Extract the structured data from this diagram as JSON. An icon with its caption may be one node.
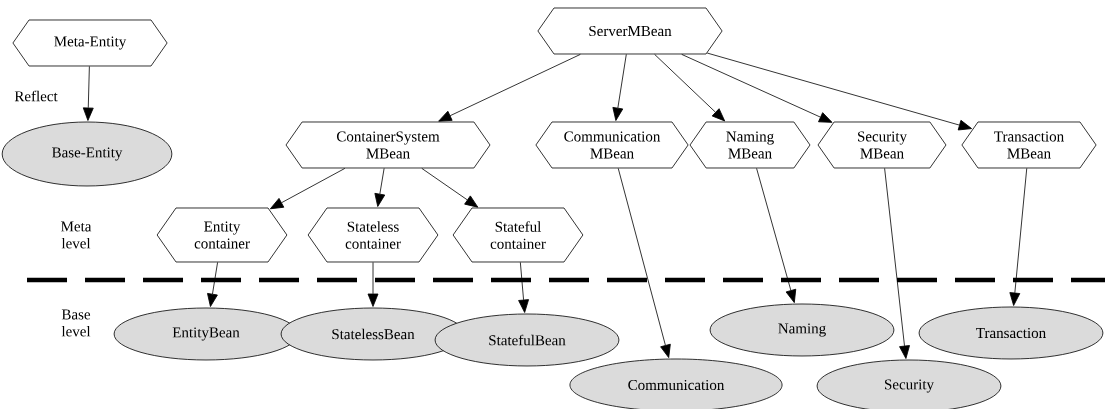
{
  "diagram": {
    "nodes": [
      {
        "text": [
          "Meta-Entity"
        ]
      },
      {
        "text": [
          "Base-Entity"
        ]
      },
      {
        "text": [
          "ServerMBean"
        ]
      },
      {
        "text": [
          "ContainerSystem MBean"
        ]
      },
      {
        "text": [
          "Communication MBean"
        ]
      },
      {
        "text": [
          "Naming MBean"
        ]
      },
      {
        "text": [
          "Security MBean"
        ]
      },
      {
        "text": [
          "Transaction MBean"
        ]
      },
      {
        "text": [
          "Entity container"
        ]
      },
      {
        "text": [
          "Stateless container"
        ]
      },
      {
        "text": [
          "Stateful container"
        ]
      },
      {
        "text": [
          "EntityBean"
        ]
      },
      {
        "text": [
          "StatelessBean"
        ]
      },
      {
        "text": [
          "StatefulBean"
        ]
      },
      {
        "text": [
          "Communication"
        ]
      },
      {
        "text": [
          "Naming"
        ]
      },
      {
        "text": [
          "Security"
        ]
      },
      {
        "text": [
          "Transaction"
        ]
      }
    ],
    "edges": [
      {
        "from": 0,
        "to": 1,
        "arrow": "to"
      },
      {
        "from": 2,
        "to": 3,
        "arrow": "to"
      },
      {
        "from": 2,
        "to": 4,
        "arrow": "to"
      },
      {
        "from": 2,
        "to": 5,
        "arrow": "to"
      },
      {
        "from": 2,
        "to": 6,
        "arrow": "to"
      },
      {
        "from": 2,
        "to": 7,
        "arrow": "to"
      },
      {
        "from": 3,
        "to": 8,
        "arrow": "to"
      },
      {
        "from": 3,
        "to": 9,
        "arrow": "to"
      },
      {
        "from": 3,
        "to": 10,
        "arrow": "to"
      },
      {
        "from": 8,
        "to": 11,
        "arrow": "to"
      },
      {
        "from": 9,
        "to": 12,
        "arrow": "to"
      },
      {
        "from": 10,
        "to": 13,
        "arrow": "to"
      },
      {
        "from": 4,
        "to": 14,
        "arrow": "to"
      },
      {
        "from": 5,
        "to": 15,
        "arrow": "to"
      },
      {
        "from": 6,
        "to": 16,
        "arrow": "to"
      },
      {
        "from": 7,
        "to": 17,
        "arrow": "to"
      }
    ],
    "labels": [
      "Reflect",
      "Meta level",
      "Base level"
    ]
  }
}
